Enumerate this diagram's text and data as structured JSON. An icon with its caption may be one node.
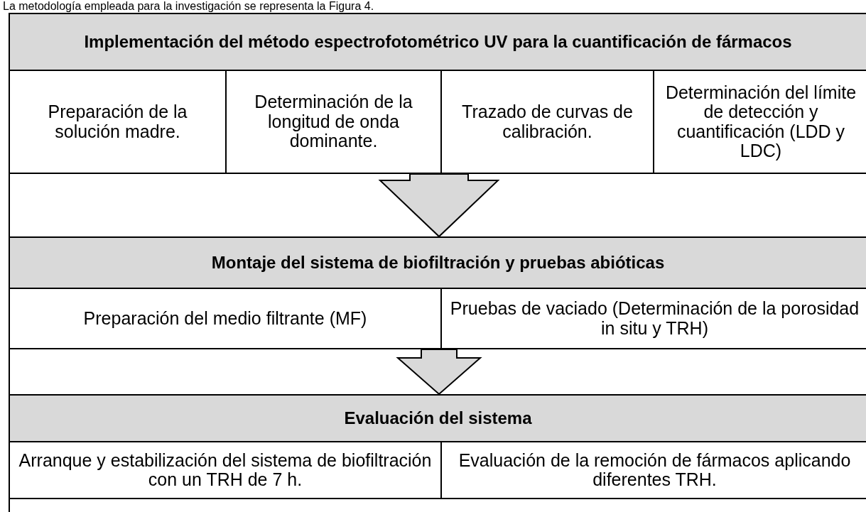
{
  "diagram": {
    "nodes": [
      {
        "text": [
          "Implementación del método espectrofotométrico UV para la cuantificación de fármacos"
        ]
      },
      {
        "text": [
          "Preparación de la solución madre."
        ],
        "in": 0
      },
      {
        "text": [
          "Determinación de la longitud de onda dominante."
        ],
        "in": 0
      },
      {
        "text": [
          "Trazado de curvas de calibración."
        ],
        "in": 0
      },
      {
        "text": [
          "Determinación del límite de detección y cuantificación (LDD y LDC)"
        ],
        "in": 0
      },
      {
        "text": [
          "Montaje del sistema de biofiltración y pruebas abióticas"
        ]
      },
      {
        "text": [
          "Preparación del medio filtrante (MF)"
        ],
        "in": 5
      },
      {
        "text": [
          "Pruebas de vaciado (Determinación de la porosidad in situ y TRH)"
        ],
        "in": 5
      },
      {
        "text": [
          "Evaluación del sistema"
        ]
      },
      {
        "text": [
          "Arranque y estabilización del sistema de biofiltración con un TRH de 7 h."
        ],
        "in": 8
      },
      {
        "text": [
          "Evaluación de la remoción de fármacos aplicando diferentes TRH."
        ],
        "in": 8
      }
    ],
    "edges": [
      {
        "from": 0,
        "to": 5,
        "arrow": "to"
      },
      {
        "from": 5,
        "to": 8,
        "arrow": "to"
      }
    ],
    "labels": [
      "La metodología empleada para la investigación se representa la Figura 4."
    ]
  }
}
